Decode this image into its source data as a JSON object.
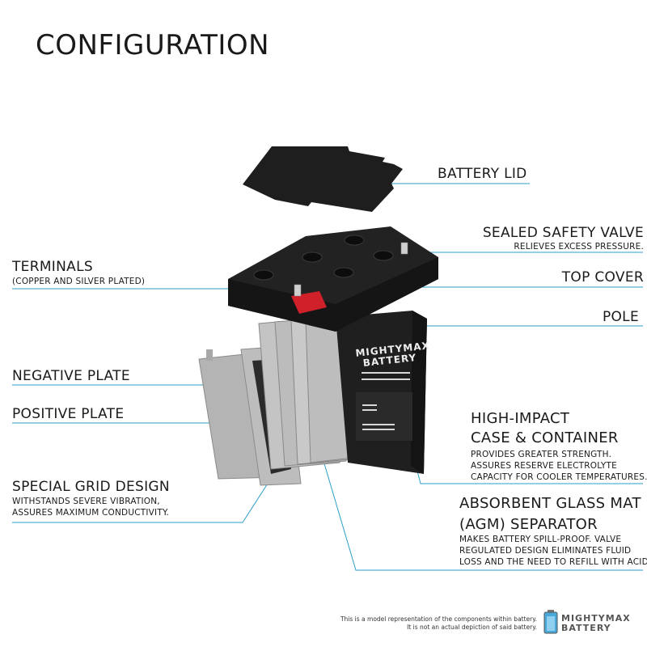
{
  "title": "CONFIGURATION",
  "labels": {
    "battery_lid": "BATTERY LID",
    "sealed_valve": "SEALED SAFETY VALVE",
    "sealed_valve_sub": "RELIEVES EXCESS PRESSURE.",
    "terminals": "TERMINALS",
    "terminals_sub": "(COPPER AND SILVER PLATED)",
    "top_cover": "TOP COVER",
    "pole": "POLE",
    "negative_plate": "NEGATIVE PLATE",
    "positive_plate": "POSITIVE PLATE",
    "high_impact_1": "HIGH-IMPACT",
    "high_impact_2": "CASE & CONTAINER",
    "high_impact_sub1": "PROVIDES GREATER STRENGTH.",
    "high_impact_sub2": "ASSURES RESERVE ELECTROLYTE",
    "high_impact_sub3": "CAPACITY FOR COOLER TEMPERATURES.",
    "special_grid": "SPECIAL GRID DESIGN",
    "special_grid_sub1": "WITHSTANDS SEVERE VIBRATION,",
    "special_grid_sub2": "ASSURES MAXIMUM CONDUCTIVITY.",
    "agm_1": "ABSORBENT GLASS MAT",
    "agm_2": "(AGM) SEPARATOR",
    "agm_sub1": "MAKES BATTERY SPILL-PROOF. VALVE",
    "agm_sub2": "REGULATED DESIGN ELIMINATES FLUID",
    "agm_sub3": "LOSS AND THE NEED TO REFILL WITH ACID."
  },
  "battery_front": {
    "brand_line1": "MIGHTYMAX",
    "brand_line2": "BATTERY"
  },
  "footer": {
    "note_line1": "This is a model representation of the components within battery.",
    "note_line2": "It is not an actual depiction of said battery.",
    "brand_line1": "MIGHTYMAX",
    "brand_line2": "BATTERY"
  },
  "colors": {
    "leader": "#2a9fc9",
    "battery_body": "#1b1b1b",
    "plate": "#b8b8b8",
    "terminal_red": "#d0202a"
  }
}
